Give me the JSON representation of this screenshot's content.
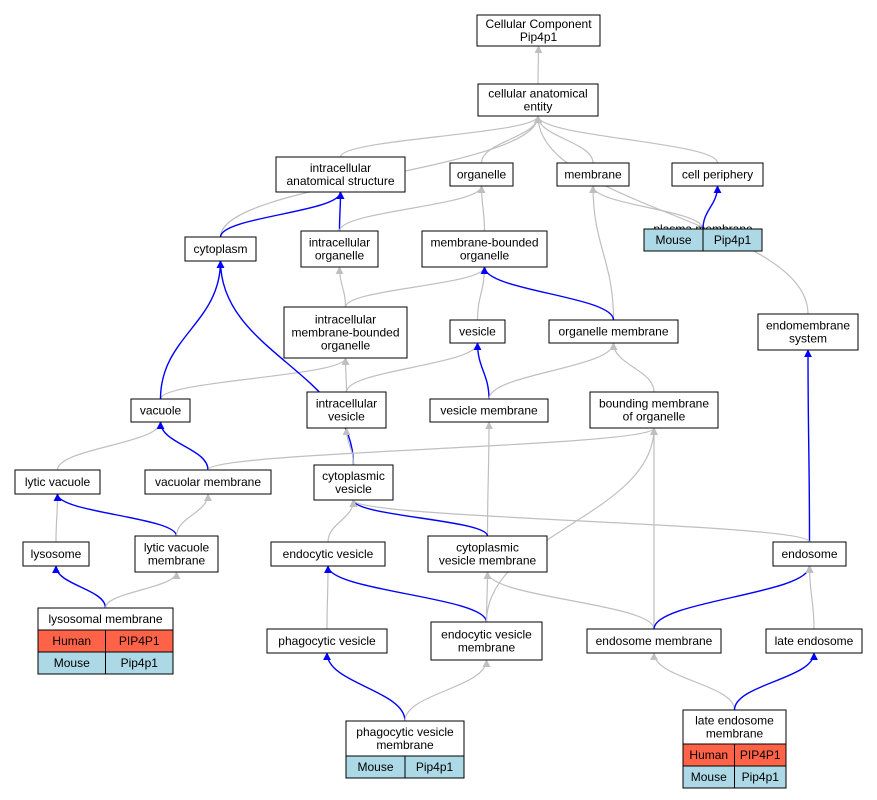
{
  "colors": {
    "is_a_edge": "#bfbfbf",
    "part_of_edge": "#0000ff",
    "node_border": "#000000",
    "node_fill": "#ffffff",
    "human_cell": "#ff6347",
    "mouse_cell": "#add8e6"
  },
  "nodes": [
    {
      "id": "root",
      "lines": [
        "Cellular Component",
        "Pip4p1"
      ]
    },
    {
      "id": "cae",
      "lines": [
        "cellular anatomical",
        "entity"
      ]
    },
    {
      "id": "ias",
      "lines": [
        "intracellular",
        "anatomical structure"
      ]
    },
    {
      "id": "organelle",
      "lines": [
        "organelle"
      ]
    },
    {
      "id": "membrane",
      "lines": [
        "membrane"
      ]
    },
    {
      "id": "cellper",
      "lines": [
        "cell periphery"
      ]
    },
    {
      "id": "cytoplasm",
      "lines": [
        "cytoplasm"
      ]
    },
    {
      "id": "intorg",
      "lines": [
        "intracellular",
        "organelle"
      ]
    },
    {
      "id": "mbo",
      "lines": [
        "membrane-bounded",
        "organelle"
      ]
    },
    {
      "id": "pm",
      "lines": [
        "plasma membrane"
      ],
      "species": [
        {
          "species": "Mouse",
          "gene": "Pip4p1"
        }
      ]
    },
    {
      "id": "imbo",
      "lines": [
        "intracellular",
        "membrane-bounded",
        "organelle"
      ]
    },
    {
      "id": "vesicle",
      "lines": [
        "vesicle"
      ]
    },
    {
      "id": "orgmem",
      "lines": [
        "organelle membrane"
      ]
    },
    {
      "id": "endosys",
      "lines": [
        "endomembrane",
        "system"
      ]
    },
    {
      "id": "vacuole",
      "lines": [
        "vacuole"
      ]
    },
    {
      "id": "intves",
      "lines": [
        "intracellular",
        "vesicle"
      ]
    },
    {
      "id": "vesmem",
      "lines": [
        "vesicle membrane"
      ]
    },
    {
      "id": "bmo",
      "lines": [
        "bounding membrane",
        "of organelle"
      ]
    },
    {
      "id": "lyticvac",
      "lines": [
        "lytic vacuole"
      ]
    },
    {
      "id": "vacmem",
      "lines": [
        "vacuolar membrane"
      ]
    },
    {
      "id": "cytves",
      "lines": [
        "cytoplasmic",
        "vesicle"
      ]
    },
    {
      "id": "lysosome",
      "lines": [
        "lysosome"
      ]
    },
    {
      "id": "lvm",
      "lines": [
        "lytic vacuole",
        "membrane"
      ]
    },
    {
      "id": "endoves",
      "lines": [
        "endocytic vesicle"
      ]
    },
    {
      "id": "cvm",
      "lines": [
        "cytoplasmic",
        "vesicle membrane"
      ]
    },
    {
      "id": "endosome",
      "lines": [
        "endosome"
      ]
    },
    {
      "id": "phagves",
      "lines": [
        "phagocytic vesicle"
      ]
    },
    {
      "id": "evm",
      "lines": [
        "endocytic vesicle",
        "membrane"
      ]
    },
    {
      "id": "endomem",
      "lines": [
        "endosome membrane"
      ]
    },
    {
      "id": "lateendo",
      "lines": [
        "late endosome"
      ]
    },
    {
      "id": "lysomem",
      "lines": [
        "lysosomal membrane"
      ],
      "species": [
        {
          "species": "Human",
          "gene": "PIP4P1"
        },
        {
          "species": "Mouse",
          "gene": "Pip4p1"
        }
      ]
    },
    {
      "id": "pvm",
      "lines": [
        "phagocytic vesicle",
        "membrane"
      ],
      "species": [
        {
          "species": "Mouse",
          "gene": "Pip4p1"
        }
      ]
    },
    {
      "id": "lem",
      "lines": [
        "late endosome",
        "membrane"
      ],
      "species": [
        {
          "species": "Human",
          "gene": "PIP4P1"
        },
        {
          "species": "Mouse",
          "gene": "Pip4p1"
        }
      ]
    }
  ],
  "edges": [
    {
      "from": "cae",
      "to": "root",
      "kind": "is_a"
    },
    {
      "from": "ias",
      "to": "cae",
      "kind": "is_a"
    },
    {
      "from": "organelle",
      "to": "cae",
      "kind": "is_a"
    },
    {
      "from": "membrane",
      "to": "cae",
      "kind": "is_a"
    },
    {
      "from": "cellper",
      "to": "cae",
      "kind": "is_a"
    },
    {
      "from": "cytoplasm",
      "to": "cae",
      "kind": "is_a"
    },
    {
      "from": "endosys",
      "to": "cae",
      "kind": "is_a"
    },
    {
      "from": "cytoplasm",
      "to": "ias",
      "kind": "part_of"
    },
    {
      "from": "intorg",
      "to": "ias",
      "kind": "part_of"
    },
    {
      "from": "intorg",
      "to": "organelle",
      "kind": "is_a"
    },
    {
      "from": "mbo",
      "to": "organelle",
      "kind": "is_a"
    },
    {
      "from": "pm",
      "to": "membrane",
      "kind": "is_a"
    },
    {
      "from": "orgmem",
      "to": "membrane",
      "kind": "is_a"
    },
    {
      "from": "pm",
      "to": "cellper",
      "kind": "part_of"
    },
    {
      "from": "imbo",
      "to": "intorg",
      "kind": "is_a"
    },
    {
      "from": "imbo",
      "to": "mbo",
      "kind": "is_a"
    },
    {
      "from": "vesicle",
      "to": "mbo",
      "kind": "is_a"
    },
    {
      "from": "orgmem",
      "to": "mbo",
      "kind": "part_of"
    },
    {
      "from": "vacuole",
      "to": "imbo",
      "kind": "is_a"
    },
    {
      "from": "intves",
      "to": "imbo",
      "kind": "is_a"
    },
    {
      "from": "intves",
      "to": "vesicle",
      "kind": "is_a"
    },
    {
      "from": "vesmem",
      "to": "vesicle",
      "kind": "part_of"
    },
    {
      "from": "vesmem",
      "to": "orgmem",
      "kind": "is_a"
    },
    {
      "from": "bmo",
      "to": "orgmem",
      "kind": "is_a"
    },
    {
      "from": "vacuole",
      "to": "cytoplasm",
      "kind": "part_of"
    },
    {
      "from": "cytves",
      "to": "cytoplasm",
      "kind": "part_of"
    },
    {
      "from": "cytves",
      "to": "intves",
      "kind": "is_a"
    },
    {
      "from": "endosome",
      "to": "endosys",
      "kind": "part_of"
    },
    {
      "from": "lyticvac",
      "to": "vacuole",
      "kind": "is_a"
    },
    {
      "from": "vacmem",
      "to": "vacuole",
      "kind": "part_of"
    },
    {
      "from": "vacmem",
      "to": "bmo",
      "kind": "is_a"
    },
    {
      "from": "cvm",
      "to": "vesmem",
      "kind": "is_a"
    },
    {
      "from": "evm",
      "to": "bmo",
      "kind": "is_a"
    },
    {
      "from": "endomem",
      "to": "bmo",
      "kind": "is_a"
    },
    {
      "from": "lysosome",
      "to": "lyticvac",
      "kind": "is_a"
    },
    {
      "from": "lvm",
      "to": "lyticvac",
      "kind": "part_of"
    },
    {
      "from": "lvm",
      "to": "vacmem",
      "kind": "is_a"
    },
    {
      "from": "endoves",
      "to": "cytves",
      "kind": "is_a"
    },
    {
      "from": "cvm",
      "to": "cytves",
      "kind": "part_of"
    },
    {
      "from": "endosome",
      "to": "cytves",
      "kind": "is_a"
    },
    {
      "from": "phagves",
      "to": "endoves",
      "kind": "is_a"
    },
    {
      "from": "evm",
      "to": "endoves",
      "kind": "part_of"
    },
    {
      "from": "evm",
      "to": "cvm",
      "kind": "is_a"
    },
    {
      "from": "endomem",
      "to": "cvm",
      "kind": "is_a"
    },
    {
      "from": "endomem",
      "to": "endosome",
      "kind": "part_of"
    },
    {
      "from": "lateendo",
      "to": "endosome",
      "kind": "is_a"
    },
    {
      "from": "lysomem",
      "to": "lysosome",
      "kind": "part_of"
    },
    {
      "from": "lysomem",
      "to": "lvm",
      "kind": "is_a"
    },
    {
      "from": "pvm",
      "to": "phagves",
      "kind": "part_of"
    },
    {
      "from": "pvm",
      "to": "evm",
      "kind": "is_a"
    },
    {
      "from": "lem",
      "to": "endomem",
      "kind": "is_a"
    },
    {
      "from": "lem",
      "to": "lateendo",
      "kind": "part_of"
    }
  ]
}
